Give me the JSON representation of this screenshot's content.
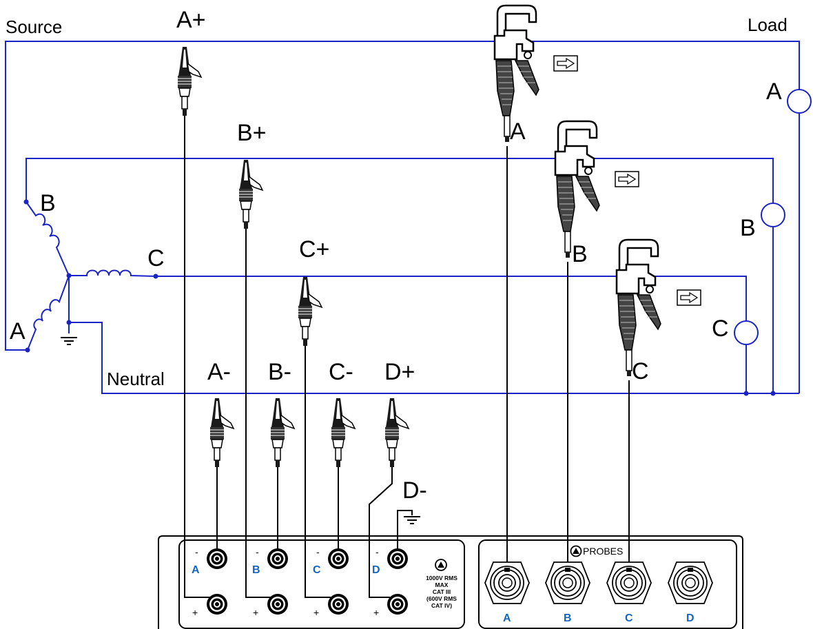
{
  "colors": {
    "wire": "#1a23c8",
    "terminal_label": "#1565c0",
    "black": "#000000"
  },
  "labels": {
    "source": "Source",
    "load": "Load",
    "neutral": "Neutral",
    "gen_a": "A",
    "gen_b": "B",
    "gen_c": "C",
    "load_a": "A",
    "load_b": "B",
    "load_c": "C",
    "clip_a_plus": "A+",
    "clip_b_plus": "B+",
    "clip_c_plus": "C+",
    "clip_a_minus": "A-",
    "clip_b_minus": "B-",
    "clip_c_minus": "C-",
    "clip_d_plus": "D+",
    "clip_d_minus": "D-",
    "clamp_a": "A",
    "clamp_b": "B",
    "clamp_c": "C"
  },
  "voltage_panel": {
    "channels": [
      "A",
      "B",
      "C",
      "D"
    ],
    "minus_sign": "-",
    "plus_sign": "+",
    "warning_lines": [
      "1000V RMS",
      "MAX",
      "CAT III",
      "(600V RMS",
      "CAT IV)"
    ]
  },
  "probe_panel": {
    "title": "PROBES",
    "channels": [
      "A",
      "B",
      "C",
      "D"
    ]
  },
  "icons": {
    "warning": "warning-icon",
    "ground": "ground-icon",
    "arrow": "arrow-right-icon"
  }
}
